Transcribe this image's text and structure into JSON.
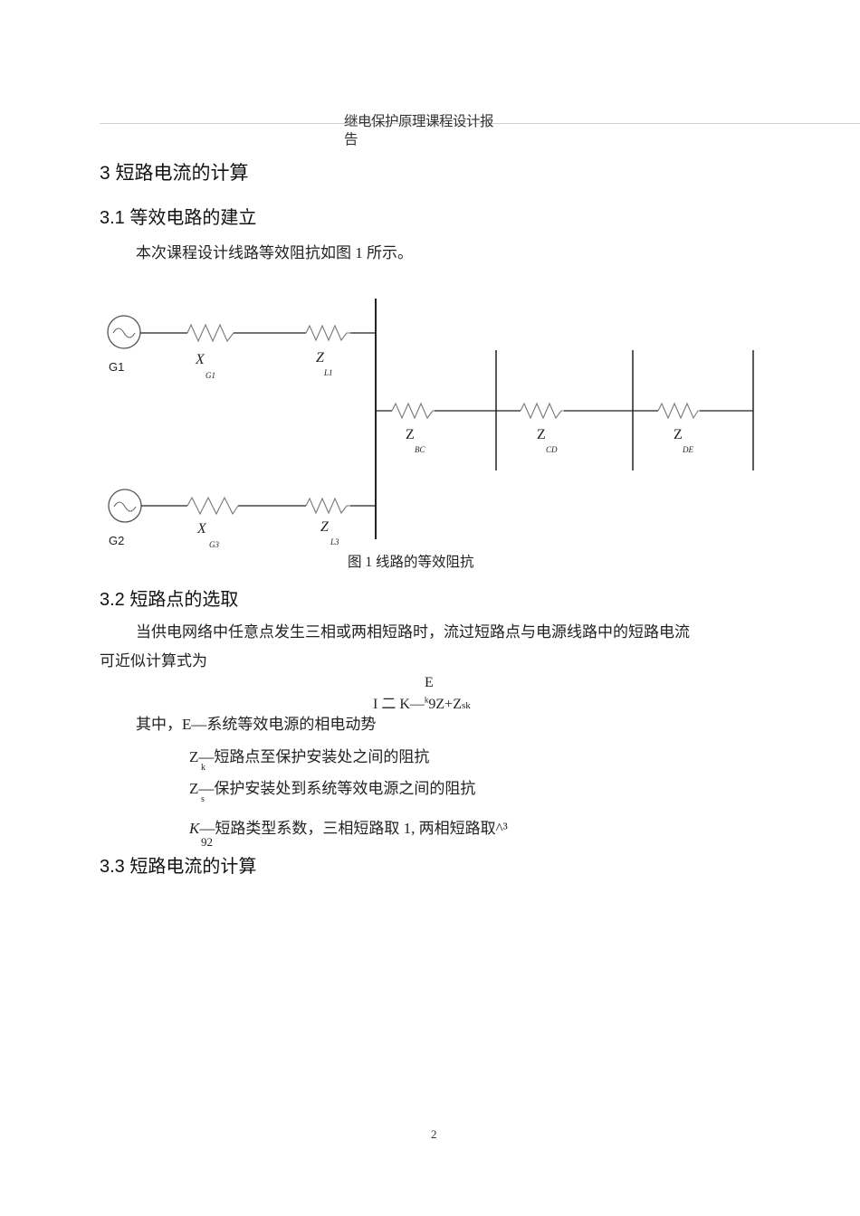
{
  "header": {
    "title_line1": "继电保护原理课程设计报",
    "title_line2": "告"
  },
  "section3": {
    "heading": "3  短路电流的计算"
  },
  "section3_1": {
    "heading": "3.1 等效电路的建立",
    "paragraph": "本次课程设计线路等效阻抗如图 1 所示。"
  },
  "figure1": {
    "caption": "图 1 线路的等效阻抗",
    "generators": [
      {
        "label": "G1"
      },
      {
        "label": "G2"
      }
    ],
    "elements": [
      {
        "symbol": "X",
        "subscript": "G1"
      },
      {
        "symbol": "Z",
        "subscript": "L1"
      },
      {
        "symbol": "X",
        "subscript": "G3"
      },
      {
        "symbol": "Z",
        "subscript": "L3"
      },
      {
        "symbol": "Z",
        "subscript": "BC"
      },
      {
        "symbol": "Z",
        "subscript": "CD"
      },
      {
        "symbol": "Z",
        "subscript": "DE"
      }
    ]
  },
  "section3_2": {
    "heading": "3.2 短路点的选取",
    "paragraph_line1": "当供电网络中任意点发生三相或两相短路时，流过短路点与电源线路中的短路电流",
    "paragraph_line2": "可近似计算式为",
    "formula": {
      "numerator": "E",
      "main": "I 二 K—",
      "k_sup": "k",
      "tail": "9Z+Z",
      "sk": "sk"
    },
    "where_intro": "其中，E—系统等效电源的相电动势",
    "defs": [
      {
        "symbol": "Z",
        "text": "—短路点至保护安装处之间的阻抗",
        "sub": "k"
      },
      {
        "symbol": "Z",
        "text": "—保护安装处到系统等效电源之间的阻抗",
        "sub": "s"
      },
      {
        "symbol": "K",
        "text": "—短路类型系数，三相短路取 1, 两相短路取^³",
        "sub": "92"
      }
    ]
  },
  "section3_3": {
    "heading": "3.3 短路电流的计算"
  },
  "footer": {
    "page_number": "2"
  }
}
